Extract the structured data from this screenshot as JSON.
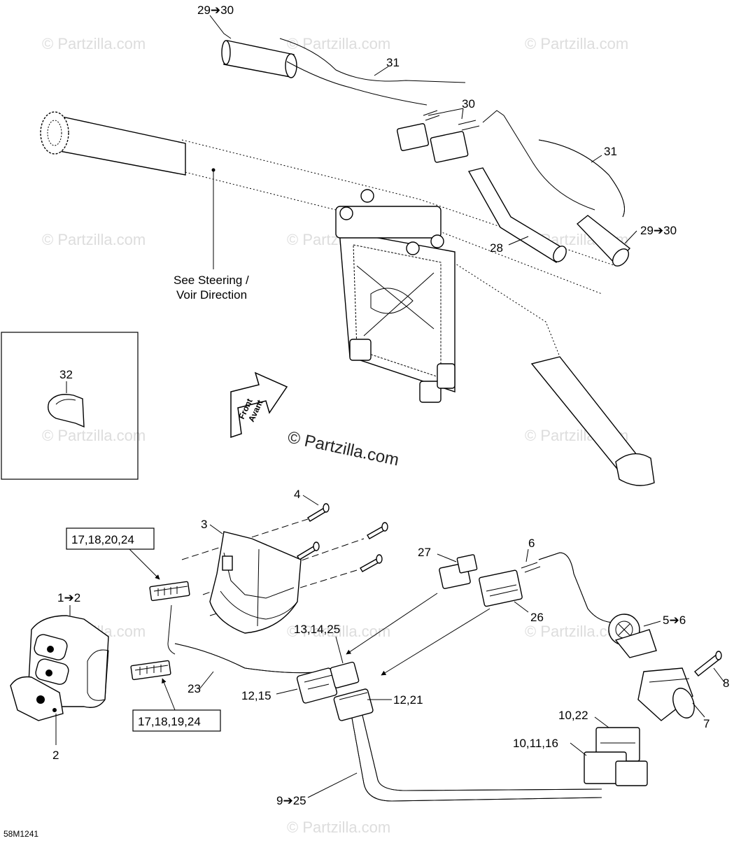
{
  "diagram": {
    "code": "58M1241",
    "watermark": "© Partzilla.com",
    "watermark_main": "© Partzilla.com",
    "note": [
      "See Steering /",
      "Voir Direction"
    ],
    "front_arrow": [
      "Front",
      "Avant"
    ],
    "labels": {
      "l_29_30_top": "29➔30",
      "l_31_top": "31",
      "l_30": "30",
      "l_31_right": "31",
      "l_29_30_right": "29➔30",
      "l_28": "28",
      "l_32": "32",
      "l_4": "4",
      "l_3": "3",
      "l_6": "6",
      "l_27": "27",
      "l_5_6": "5➔6",
      "l_26": "26",
      "l_13_14_25": "13,14,25",
      "l_12_15": "12,15",
      "l_12_21": "12,21",
      "l_23": "23",
      "l_1_2": "1➔2",
      "l_2": "2",
      "l_8": "8",
      "l_7": "7",
      "l_10_22": "10,22",
      "l_10_11_16": "10,11,16",
      "l_9_25": "9➔25"
    },
    "boxed_labels": {
      "upper": "17,18,20,24",
      "lower": "17,18,19,24"
    }
  }
}
